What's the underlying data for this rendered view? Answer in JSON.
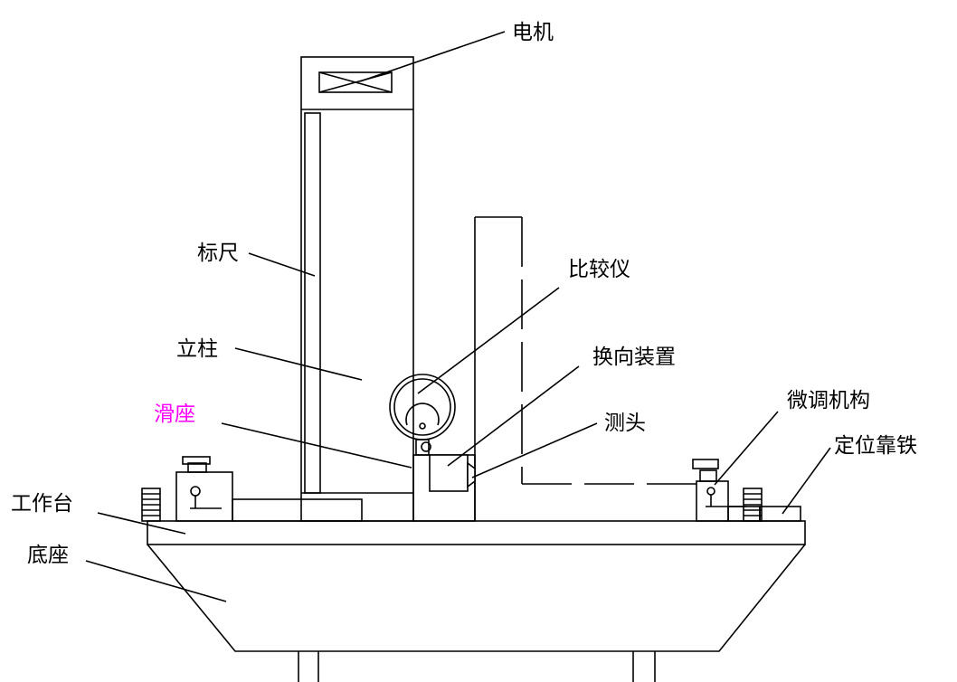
{
  "labels": {
    "motor": "电机",
    "scale": "标尺",
    "column": "立柱",
    "comparator": "比较仪",
    "reversing_device": "换向装置",
    "slide_seat": "滑座",
    "probe": "测头",
    "fine_adjust": "微调机构",
    "locating_stop": "定位靠铁",
    "worktable": "工作台",
    "base": "底座"
  },
  "colors": {
    "slide_seat_label": "#ff00ff",
    "line": "#000000"
  }
}
